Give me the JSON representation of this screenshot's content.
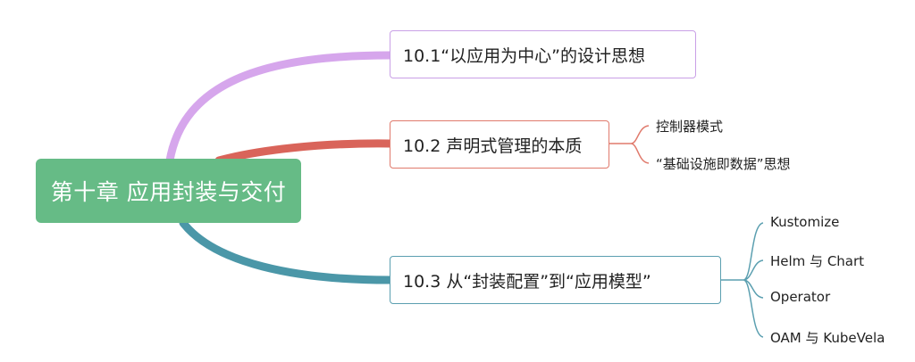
{
  "root": {
    "label": "第十章 应用封装与交付"
  },
  "branches": [
    {
      "label": "10.1“以应用为中心”的设计思想",
      "color": "#c9a0e6",
      "children": []
    },
    {
      "label": "10.2 声明式管理的本质",
      "color": "#e07a6c",
      "children": [
        "控制器模式",
        "“基础设施即数据”思想"
      ]
    },
    {
      "label": "10.3 从“封装配置”到“应用模型”",
      "color": "#5b9fb0",
      "children": [
        "Kustomize",
        "Helm 与 Chart",
        "Operator",
        "OAM 与 KubeVela"
      ]
    }
  ]
}
